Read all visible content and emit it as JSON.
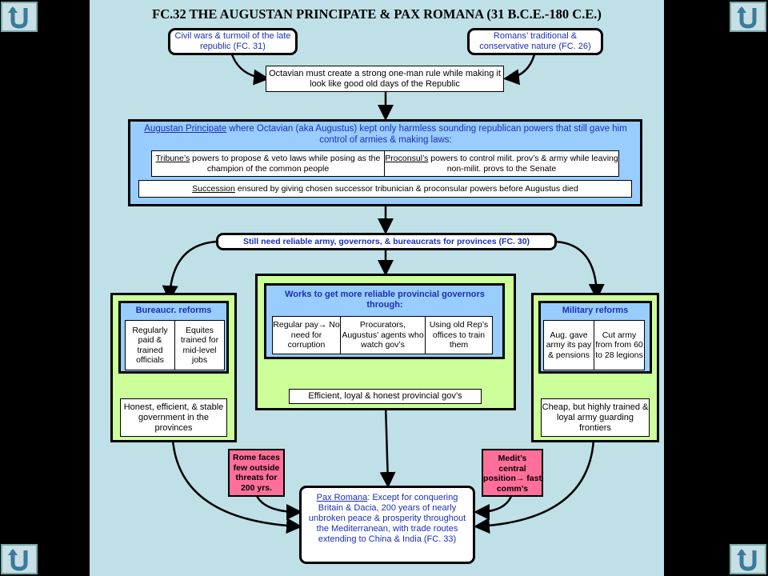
{
  "title": "FC.32 THE AUGUSTAN PRINCIPATE & PAX ROMANA (31 B.C.E.-180 C.E.)",
  "nav": {
    "icon": "u-turn-arrow-icon"
  },
  "causes": {
    "left": "Civil wars & turmoil of the late republic (FC. 31)",
    "right": "Romans’ traditional & conservative nature (FC. 26)"
  },
  "octavian": "Octavian must create a strong one-man rule while making it look like good old days of the Republic",
  "principate": {
    "heading_term": "Augustan Principate",
    "heading_rest": " where Octavian (aka Augustus) kept only harmless sounding republican powers that still gave him control of armies & making laws:",
    "tribune_term": "Tribune’s",
    "tribune_rest": " powers to propose & veto laws while posing as the champion of the common people",
    "proconsul_term": "Proconsul’s",
    "proconsul_rest": " powers to  control milit. prov’s & army while leaving non-milit. provs to the Senate",
    "succession_term": "Succession",
    "succession_rest": " ensured by giving chosen successor tribunician & proconsular powers before Augustus died"
  },
  "need": "Still need reliable army, governors, & bureaucrats for provinces (FC. 30)",
  "bureau": {
    "heading": "Bureaucr.  reforms",
    "cell1": "Regularly paid & trained officials",
    "cell2": "Equites trained for mid-level jobs",
    "result": "Honest, efficient, & stable government in the provinces"
  },
  "governors": {
    "heading": "Works to get more reliable provincial governors through:",
    "cell1_a": "Regular pay",
    "cell1_b": " No need for corruption",
    "cell2": "Procurators, Augustus’ agents who watch gov’s",
    "cell3": "Using old Rep’s offices to train them",
    "result": "Efficient, loyal & honest provincial gov’s"
  },
  "military": {
    "heading": "Military reforms",
    "cell1": "Aug. gave army its pay & pensions",
    "cell2": "Cut army from from 60 to 28 legions",
    "result": "Cheap, but highly trained & loyal army guarding frontiers"
  },
  "threats": "Rome faces few outside threats for 200 yrs.",
  "medit_a": "Medit’s central position",
  "medit_b": " fast comm’s",
  "pax": {
    "term": "Pax Romana",
    "rest": ": Except for conquering Britain & Dacia, 200 years of nearly unbroken peace & prosperity throughout the Mediterranean, with trade routes extending to China & India (FC. 33)"
  },
  "colors": {
    "bg": "#bfe0e6",
    "blue_box": "#99ccff",
    "green_box": "#ccff99",
    "pink_box": "#ff6f9a",
    "text_blue": "#1c2fb5"
  }
}
